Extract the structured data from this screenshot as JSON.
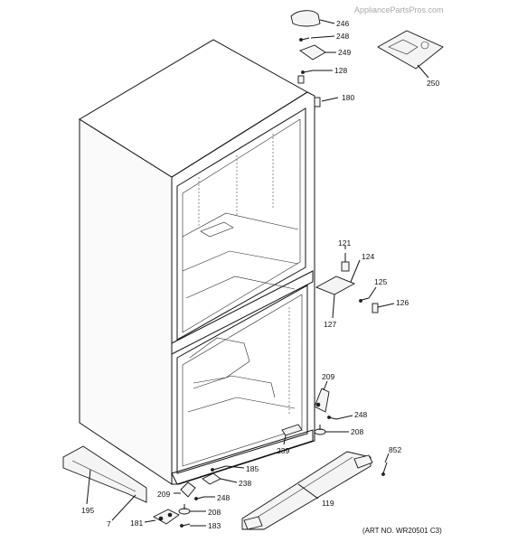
{
  "watermark": "AppliancePartsPros.com",
  "art_number": "(ART NO. WR20501 C3)",
  "callouts": {
    "p246": "246",
    "p248_top": "248",
    "p249": "249",
    "p128": "128",
    "p250": "250",
    "p180": "180",
    "p121": "121",
    "p124": "124",
    "p125": "125",
    "p126": "126",
    "p127": "127",
    "p209_right": "209",
    "p248_right": "248",
    "p208_right": "208",
    "p239": "239",
    "p852": "852",
    "p185": "185",
    "p238": "238",
    "p209_left": "209",
    "p248_left": "248",
    "p208_left": "208",
    "p195": "195",
    "p7": "7",
    "p181": "181",
    "p183": "183",
    "p119": "119"
  }
}
